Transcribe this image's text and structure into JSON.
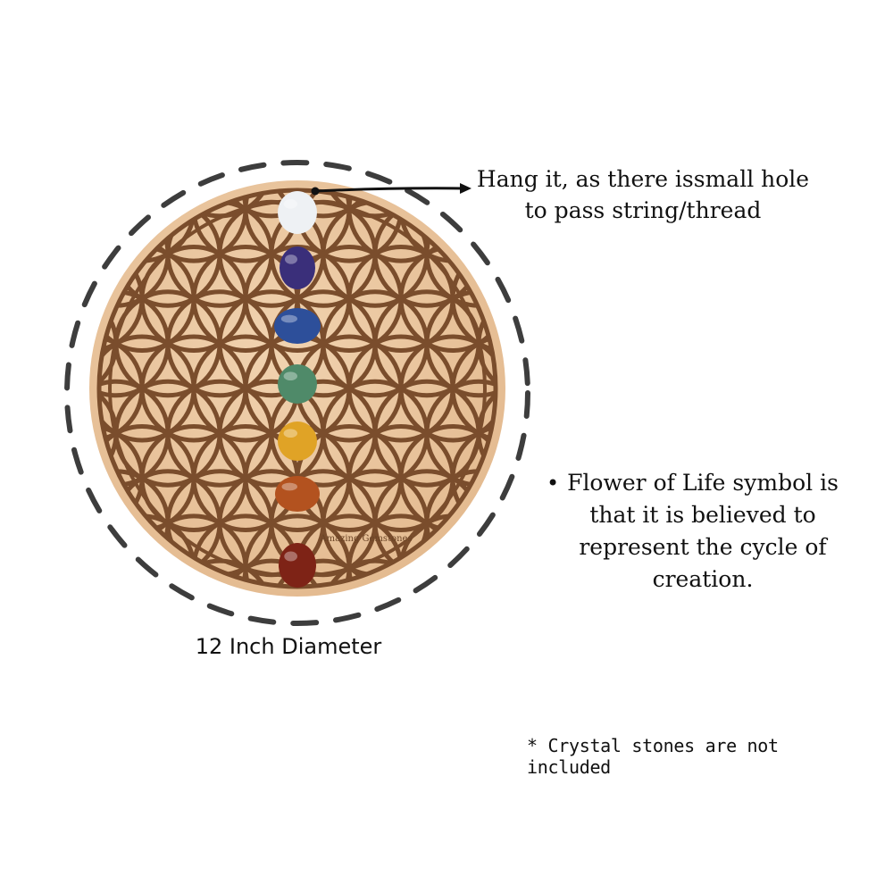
{
  "annotations": {
    "hang_line1": "Hang it, as there issmall hole",
    "hang_line2": "to pass string/thread",
    "diameter": "12 Inch Diameter",
    "flower_line1": "Flower of Life symbol is",
    "flower_line2": "that it is believed to",
    "flower_line3": "represent the cycle of",
    "flower_line4": "creation.",
    "bullet": "•",
    "disclaimer": "* Crystal stones are not included"
  },
  "board": {
    "engraved_text": "Amazing Gemstones",
    "wood_color": "#ecc9a2",
    "engrave_color": "#7a4d2c"
  },
  "stones": [
    {
      "name": "clear-quartz",
      "color": "#eef1f4"
    },
    {
      "name": "amethyst",
      "color": "#3a2f7a"
    },
    {
      "name": "sodalite",
      "color": "#2d4f9a"
    },
    {
      "name": "aventurine",
      "color": "#4f8a69"
    },
    {
      "name": "yellow-jasper",
      "color": "#e0a326"
    },
    {
      "name": "carnelian",
      "color": "#b3521f"
    },
    {
      "name": "red-jasper",
      "color": "#7e2316"
    }
  ]
}
